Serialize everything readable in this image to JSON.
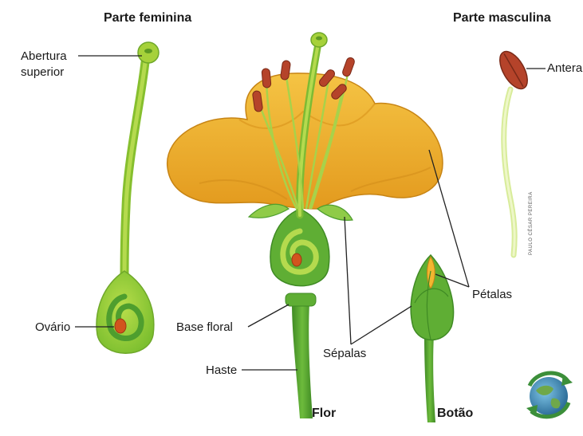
{
  "headers": {
    "female": "Parte feminina",
    "male": "Parte masculina"
  },
  "labels": {
    "upper_opening_line1": "Abertura",
    "upper_opening_line2": "superior",
    "ovary": "Ovário",
    "anther": "Antera",
    "floral_base": "Base floral",
    "stem": "Haste",
    "sepals": "Sépalas",
    "petals": "Pétalas",
    "flower": "Flor",
    "bud": "Botão"
  },
  "credit": "PAULO CÉSAR PEREIRA",
  "colors": {
    "petal": "#F2B630",
    "petal_shade": "#D9921A",
    "pistil": "#A6D13A",
    "pistil_dark": "#5FA62B",
    "stem": "#4E9E2E",
    "anther": "#B5432A",
    "ovule": "#D2541E"
  },
  "icons": [
    "recycle-globe-icon"
  ]
}
